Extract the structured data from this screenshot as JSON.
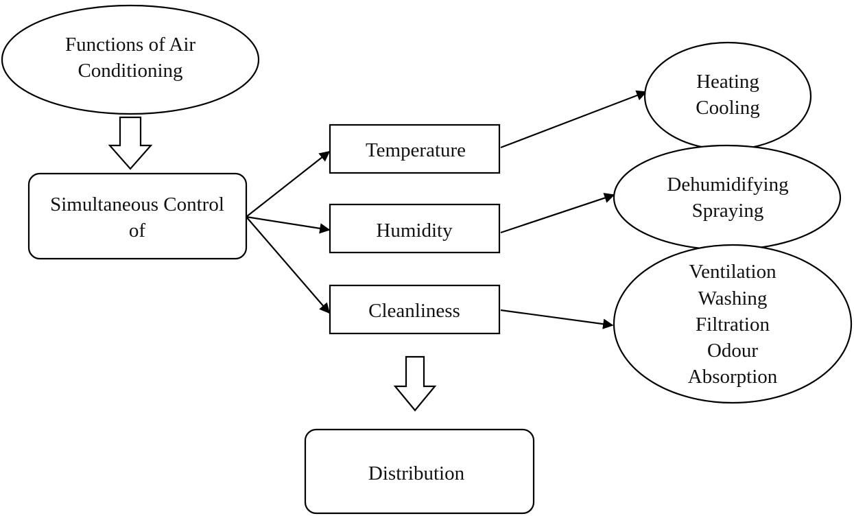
{
  "nodes": {
    "functions": {
      "lines": [
        "Functions of Air",
        "Conditioning"
      ]
    },
    "control": {
      "lines": [
        "Simultaneous Control",
        "of"
      ]
    },
    "temperature": {
      "label": "Temperature"
    },
    "humidity": {
      "label": "Humidity"
    },
    "cleanliness": {
      "label": "Cleanliness"
    },
    "heating_cooling": {
      "lines": [
        "Heating",
        "Cooling"
      ]
    },
    "dehumid_spray": {
      "lines": [
        "Dehumidifying",
        "Spraying"
      ]
    },
    "cleaning_methods": {
      "lines": [
        "Ventilation",
        "Washing",
        "Filtration",
        "Odour",
        "Absorption"
      ]
    },
    "distribution": {
      "label": "Distribution"
    }
  },
  "colors": {
    "stroke": "#000000",
    "fill": "#ffffff",
    "text": "#111111"
  }
}
